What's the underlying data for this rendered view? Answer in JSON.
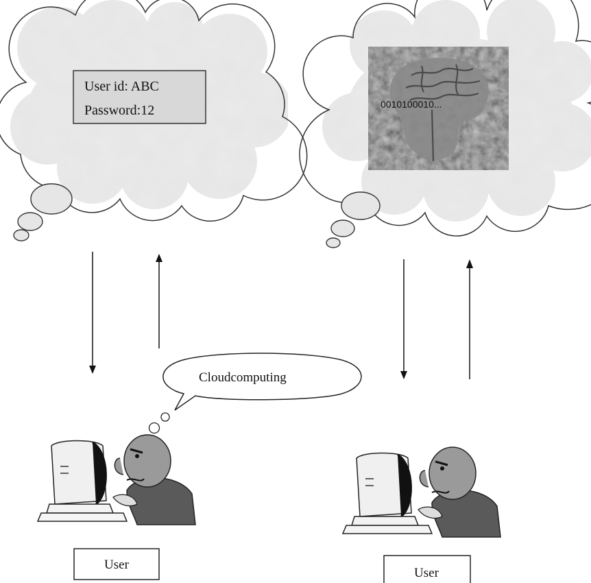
{
  "left_cloud": {
    "user_id_line": "User id: ABC",
    "password_line": "Password:12"
  },
  "right_cloud": {
    "binary_text": "0010100010..."
  },
  "speech_bubble": {
    "text": "Cloudcomputing"
  },
  "users": [
    {
      "label": "User"
    },
    {
      "label": "User"
    }
  ],
  "icons": [
    "cloud-icon",
    "brain-image-icon",
    "arrow-down-icon",
    "arrow-up-icon",
    "user-at-computer-icon",
    "speech-bubble-icon"
  ]
}
